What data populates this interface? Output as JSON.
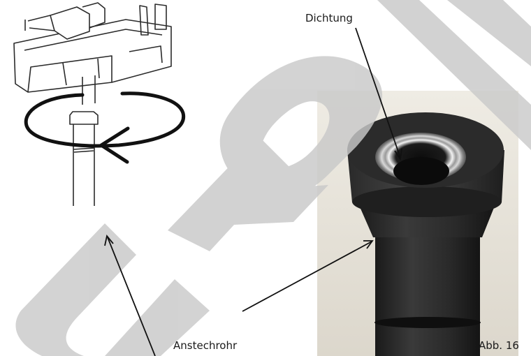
{
  "labels": {
    "seal": "Dichtung",
    "connector_pipe": "Anstechrohr",
    "figure": "Abb. 16"
  },
  "watermark": {
    "text": "UNOL",
    "color": "#c8c8c8"
  },
  "colors": {
    "photo_background": "#e8e4dc",
    "part_dark": "#262626",
    "line": "#111111"
  },
  "icons": [
    "rotation-arrow-icon"
  ]
}
